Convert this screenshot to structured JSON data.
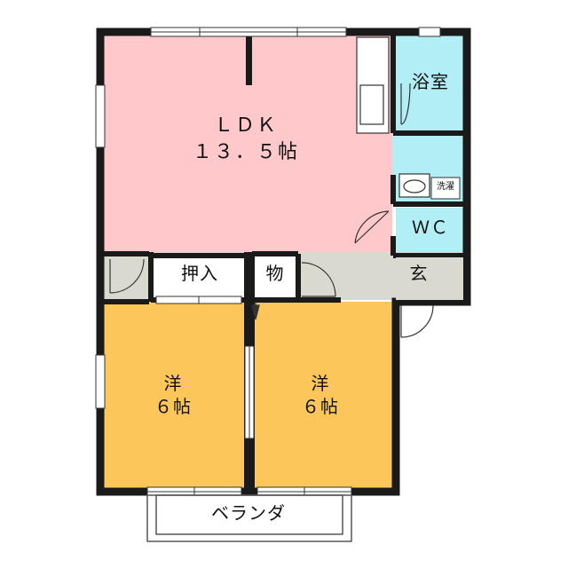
{
  "rooms": {
    "ldk": {
      "name": "ＬＤＫ",
      "size": "１３．５帖",
      "color": "#FFC9CC"
    },
    "bath": {
      "name": "浴室",
      "color": "#B2EEF6"
    },
    "wc": {
      "name": "ＷＣ",
      "color": "#B2EEF6"
    },
    "washer": {
      "name": "洗濯"
    },
    "closet": {
      "name": "押入"
    },
    "storage": {
      "name": "物"
    },
    "entrance": {
      "name": "玄"
    },
    "western_left": {
      "name": "洋",
      "size": "６帖",
      "color": "#FDC65B"
    },
    "western_right": {
      "name": "洋",
      "size": "６帖",
      "color": "#FDC65B"
    },
    "balcony": {
      "name": "ベランダ"
    }
  },
  "colors": {
    "wall": "#1a1a1a",
    "hall": "#D9D9D0",
    "window": "#ffffff"
  }
}
